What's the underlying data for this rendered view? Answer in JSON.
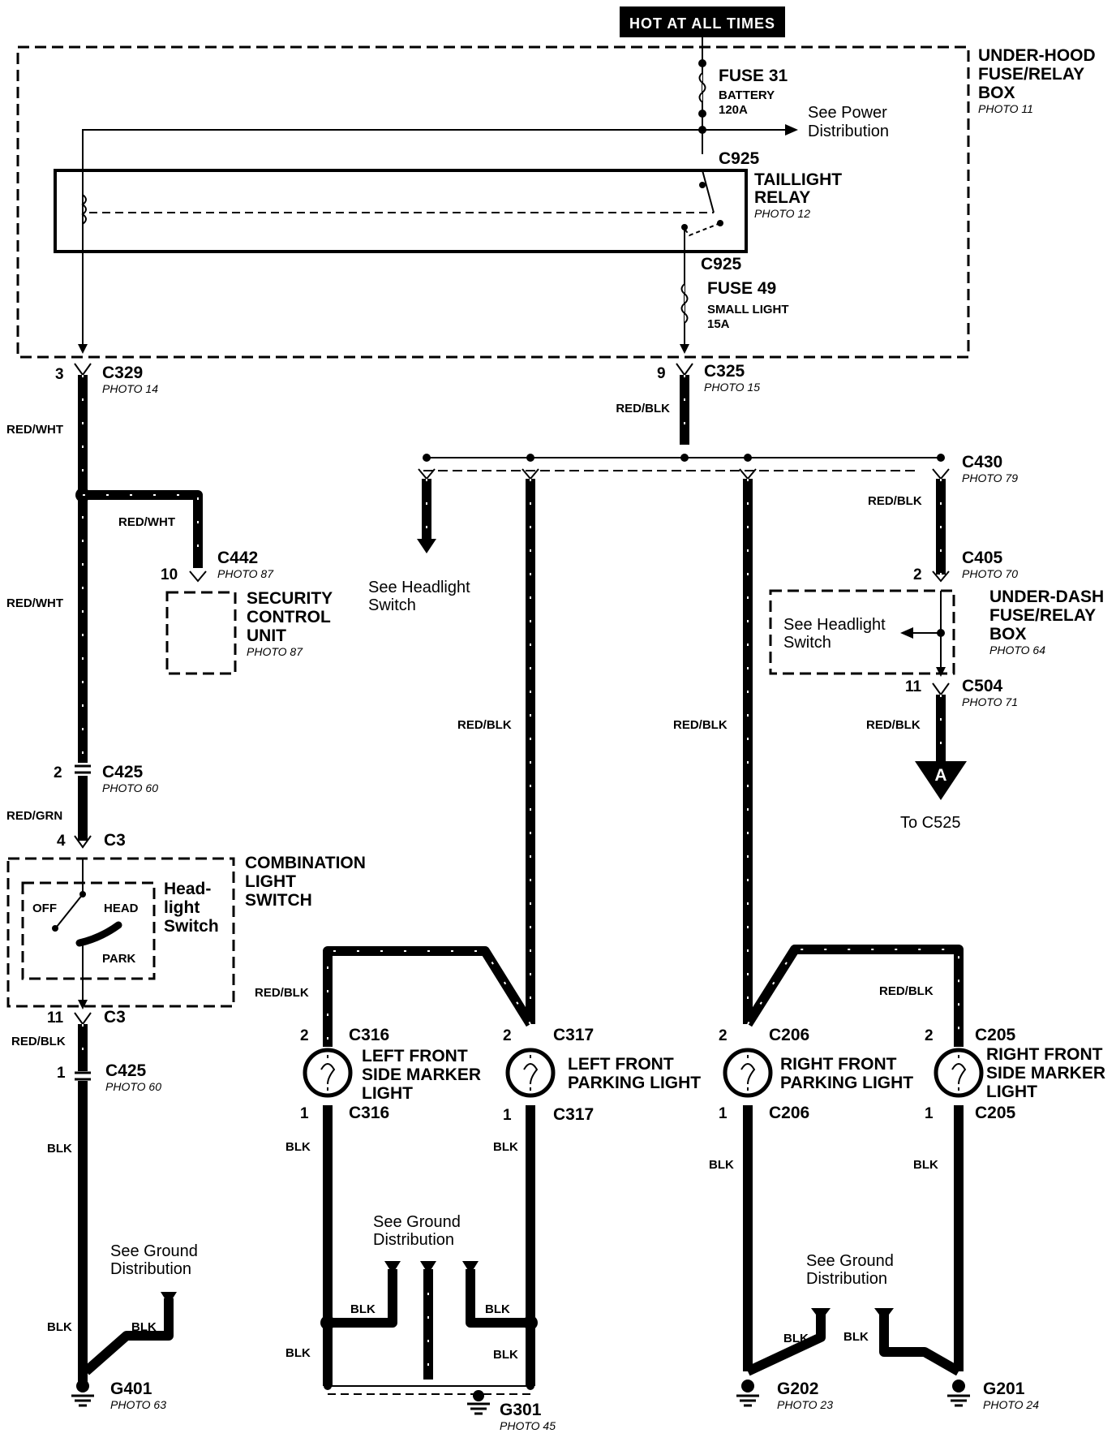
{
  "hot_label": "HOT AT ALL TIMES",
  "underhood": {
    "title1": "UNDER-HOOD",
    "title2": "FUSE/RELAY",
    "title3": "BOX",
    "photo": "PHOTO 11"
  },
  "fuse31": {
    "name": "FUSE 31",
    "desc": "BATTERY",
    "amp": "120A"
  },
  "power_dist": {
    "line1": "See Power",
    "line2": "Distribution"
  },
  "c925_top": "C925",
  "relay": {
    "name1": "TAILLIGHT",
    "name2": "RELAY",
    "photo": "PHOTO 12"
  },
  "c925_bot": "C925",
  "fuse49": {
    "name": "FUSE 49",
    "desc": "SMALL LIGHT",
    "amp": "15A"
  },
  "c329": {
    "pin": "3",
    "name": "C329",
    "photo": "PHOTO 14"
  },
  "c325": {
    "pin": "9",
    "name": "C325",
    "photo": "PHOTO 15"
  },
  "wires": {
    "redwht": "RED/WHT",
    "redblk": "RED/BLK",
    "redgrn": "RED/GRN",
    "blk": "BLK"
  },
  "c430": {
    "name": "C430",
    "photo": "PHOTO 79"
  },
  "c442": {
    "pin": "10",
    "name": "C442",
    "photo": "PHOTO 87"
  },
  "scu": {
    "line1": "SECURITY",
    "line2": "CONTROL",
    "line3": "UNIT",
    "photo": "PHOTO 87"
  },
  "see_headlight": {
    "line1": "See Headlight",
    "line2": "Switch"
  },
  "c405": {
    "pin": "2",
    "name": "C405",
    "photo": "PHOTO 70"
  },
  "underdash": {
    "title1": "UNDER-DASH",
    "title2": "FUSE/RELAY",
    "title3": "BOX",
    "photo": "PHOTO 64"
  },
  "c504": {
    "pin": "11",
    "name": "C504",
    "photo": "PHOTO 71"
  },
  "arrow_a": {
    "letter": "A",
    "to": "To C525"
  },
  "c425a": {
    "pin": "2",
    "name": "C425",
    "photo": "PHOTO 60"
  },
  "c3a": {
    "pin": "4",
    "name": "C3"
  },
  "combo": {
    "line1": "COMBINATION",
    "line2": "LIGHT",
    "line3": "SWITCH"
  },
  "headsw": {
    "line1": "Head-",
    "line2": "light",
    "line3": "Switch",
    "off": "OFF",
    "head": "HEAD",
    "park": "PARK"
  },
  "c3b": {
    "pin": "11",
    "name": "C3"
  },
  "c425b": {
    "pin": "1",
    "name": "C425",
    "photo": "PHOTO 60"
  },
  "lfsm": {
    "pin_top": "2",
    "pin_bot": "1",
    "conn": "C316",
    "line1": "LEFT FRONT",
    "line2": "SIDE MARKER",
    "line3": "LIGHT"
  },
  "lfpk": {
    "pin_top": "2",
    "pin_bot": "1",
    "conn": "C317",
    "line1": "LEFT FRONT",
    "line2": "PARKING LIGHT"
  },
  "rfpk": {
    "pin_top": "2",
    "pin_bot": "1",
    "conn": "C206",
    "line1": "RIGHT FRONT",
    "line2": "PARKING LIGHT"
  },
  "rfsm": {
    "pin_top": "2",
    "pin_bot": "1",
    "conn": "C205",
    "line1": "RIGHT FRONT",
    "line2": "SIDE MARKER",
    "line3": "LIGHT"
  },
  "ground_dist": {
    "line1": "See Ground",
    "line2": "Distribution"
  },
  "g401": {
    "name": "G401",
    "photo": "PHOTO 63"
  },
  "g301": {
    "name": "G301",
    "photo": "PHOTO 45"
  },
  "g202": {
    "name": "G202",
    "photo": "PHOTO 23"
  },
  "g201": {
    "name": "G201",
    "photo": "PHOTO 24"
  }
}
